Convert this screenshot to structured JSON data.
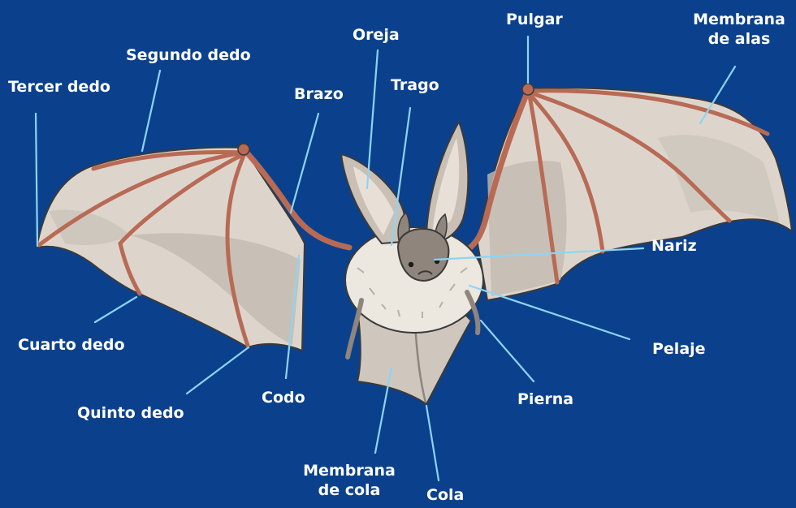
{
  "colors": {
    "background": "#0b418c",
    "label_text": "#ffffff",
    "leader_line": "#8ed4f5",
    "wing_membrane": "#ddd5cc",
    "wing_shadow": "#b9b0a6",
    "wing_bone": "#b86a55",
    "fur": "#ece7df",
    "ear": "#c9bfb5",
    "face": "#8f857c"
  },
  "labels": {
    "membrana_alas_1": "Membrana",
    "membrana_alas_2": "de alas",
    "pulgar": "Pulgar",
    "oreja": "Oreja",
    "segundo_dedo": "Segundo dedo",
    "tercer_dedo": "Tercer dedo",
    "brazo": "Brazo",
    "trago": "Trago",
    "nariz": "Nariz",
    "pelaje": "Pelaje",
    "cuarto_dedo": "Cuarto dedo",
    "codo": "Codo",
    "pierna": "Pierna",
    "quinto_dedo": "Quinto dedo",
    "membrana_cola_1": "Membrana",
    "membrana_cola_2": "de cola",
    "cola": "Cola"
  }
}
